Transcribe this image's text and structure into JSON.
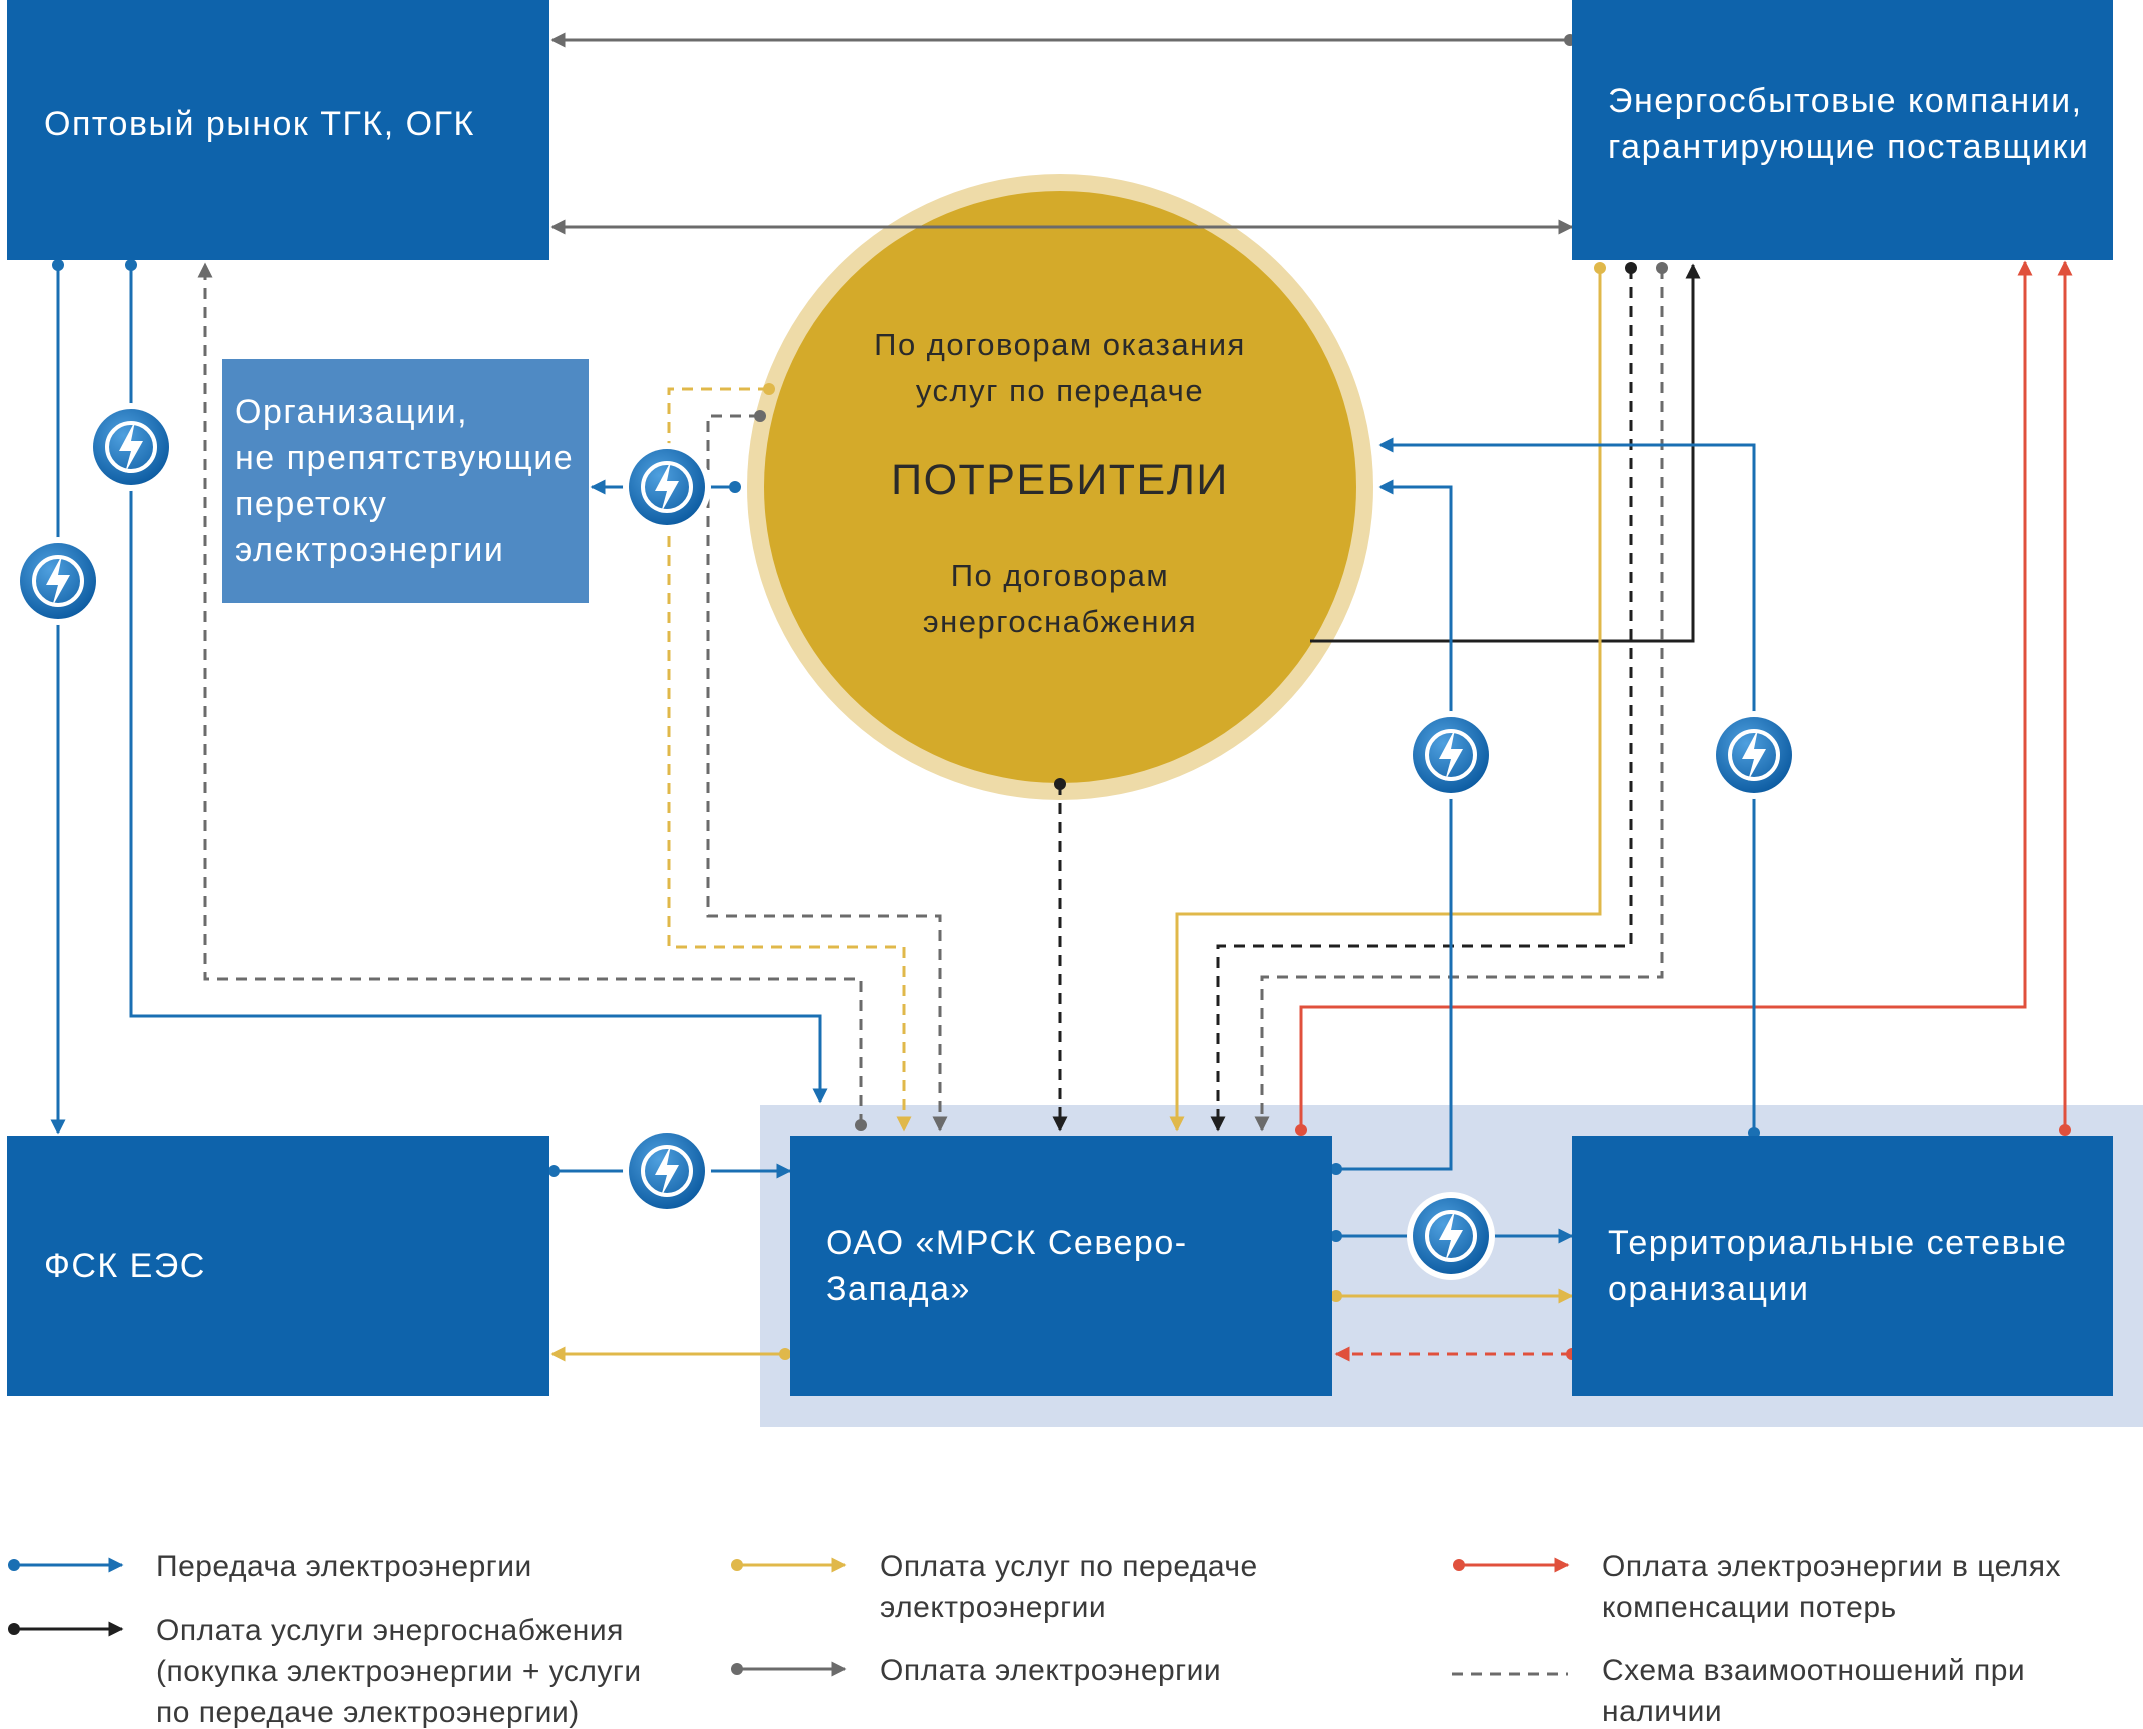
{
  "nodes": {
    "wholesale": "Оптовый рынок ТГК, ОГК",
    "suppliers": "Энергосбытовые компании,\nгарантирующие поставщики",
    "organizations": "Организации,\nне препятствующие\nперетоку\nэлектроэнергии",
    "fsk": "ФСК ЕЭС",
    "mrsk": "ОАО «МРСК Северо-Запада»",
    "territorial": "Территориальные сетевые\nоранизации"
  },
  "consumers": {
    "top": "По договорам оказания\nуслуг по передаче",
    "title": "ПОТРЕБИТЕЛИ",
    "bottom": "По договорам\nэнергоснабжения"
  },
  "legend": {
    "transfer": "Передача электроэнергии",
    "supply_payment": "Оплата услуги энергоснабжения\n(покупка электроэнергии + услуги\nпо передаче электроэнергии)",
    "service_payment": "Оплата услуг по передаче\nэлектроэнергии",
    "energy_payment": "Оплата электроэнергии",
    "losses_payment": "Оплата электроэнергии в целях\nкомпенсации потерь",
    "guarantee_scheme": "Схема взаимоотношений при наличии\nстатуса гарантирующего поставщика"
  },
  "colors": {
    "node_dark": "#0e63ab",
    "node_light": "#4f8ac4",
    "transfer": "#1a6fb3",
    "supply_payment": "#1f1f1f",
    "service_payment": "#e0b84a",
    "energy_payment": "#6b6b6b",
    "losses_payment": "#e0503c",
    "consumers_fill": "#d4aa2a",
    "consumers_ring": "#eedba8",
    "highlight_zone": "#d3ddee"
  },
  "icons": {
    "transfer_badge": "lightning-icon"
  }
}
